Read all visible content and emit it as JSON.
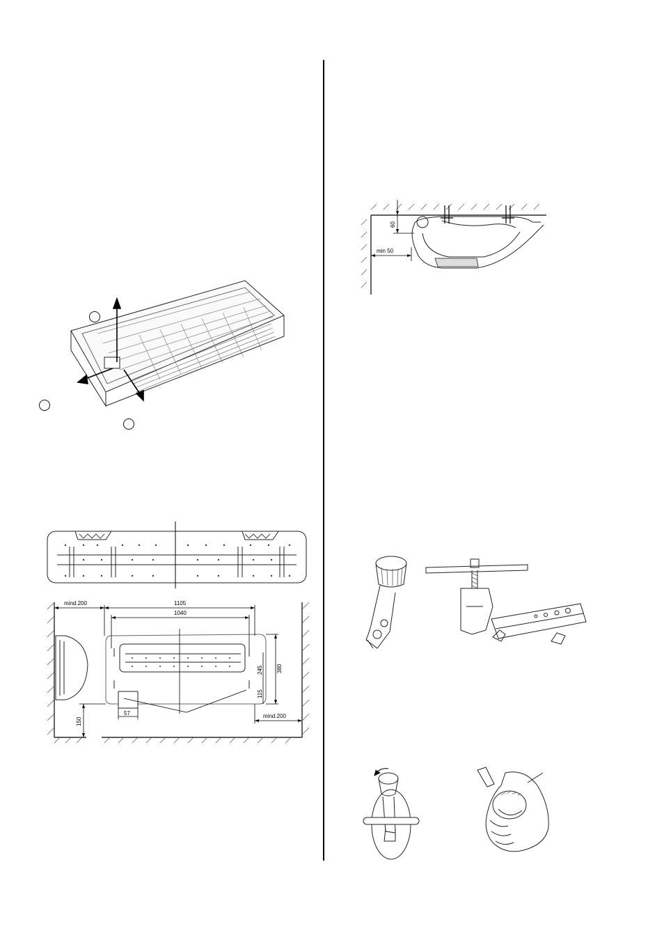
{
  "figures": {
    "wall_layout": {
      "dim_clearance_left": "mind.200",
      "dim_clearance_right": "mind.200",
      "dim_width_outer": "1105",
      "dim_width_inner": "1040",
      "dim_height_total": "380",
      "dim_height_upper": "245",
      "dim_height_lower": "115",
      "dim_hole_offset": "57",
      "dim_floor_clearance": "150"
    },
    "ceiling_clearance": {
      "dim_top": "60",
      "dim_side": "min 50"
    }
  }
}
